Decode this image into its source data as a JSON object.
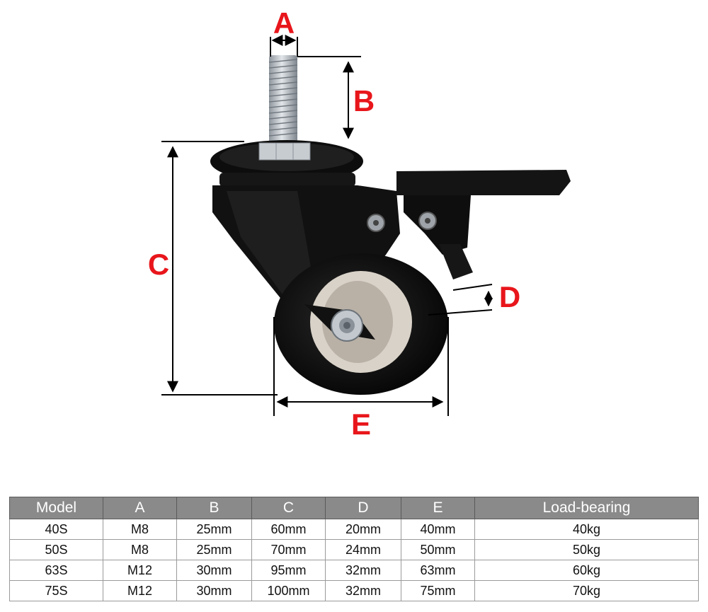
{
  "diagram": {
    "labels": {
      "a": "A",
      "b": "B",
      "c": "C",
      "d": "D",
      "e": "E"
    },
    "colors": {
      "label": "#e8161b",
      "caster_body": "#111111",
      "wheel_core": "#d9d2c8",
      "bolt": "#b8bec4"
    }
  },
  "table": {
    "headers": [
      "Model",
      "A",
      "B",
      "C",
      "D",
      "E",
      "Load-bearing"
    ],
    "rows": [
      [
        "40S",
        "M8",
        "25mm",
        "60mm",
        "20mm",
        "40mm",
        "40kg"
      ],
      [
        "50S",
        "M8",
        "25mm",
        "70mm",
        "24mm",
        "50mm",
        "50kg"
      ],
      [
        "63S",
        "M12",
        "30mm",
        "95mm",
        "32mm",
        "63mm",
        "60kg"
      ],
      [
        "75S",
        "M12",
        "30mm",
        "100mm",
        "32mm",
        "75mm",
        "70kg"
      ]
    ],
    "colors": {
      "header_bg": "#8a8a8a",
      "header_text": "#ffffff",
      "border": "#9a9a9a"
    }
  }
}
